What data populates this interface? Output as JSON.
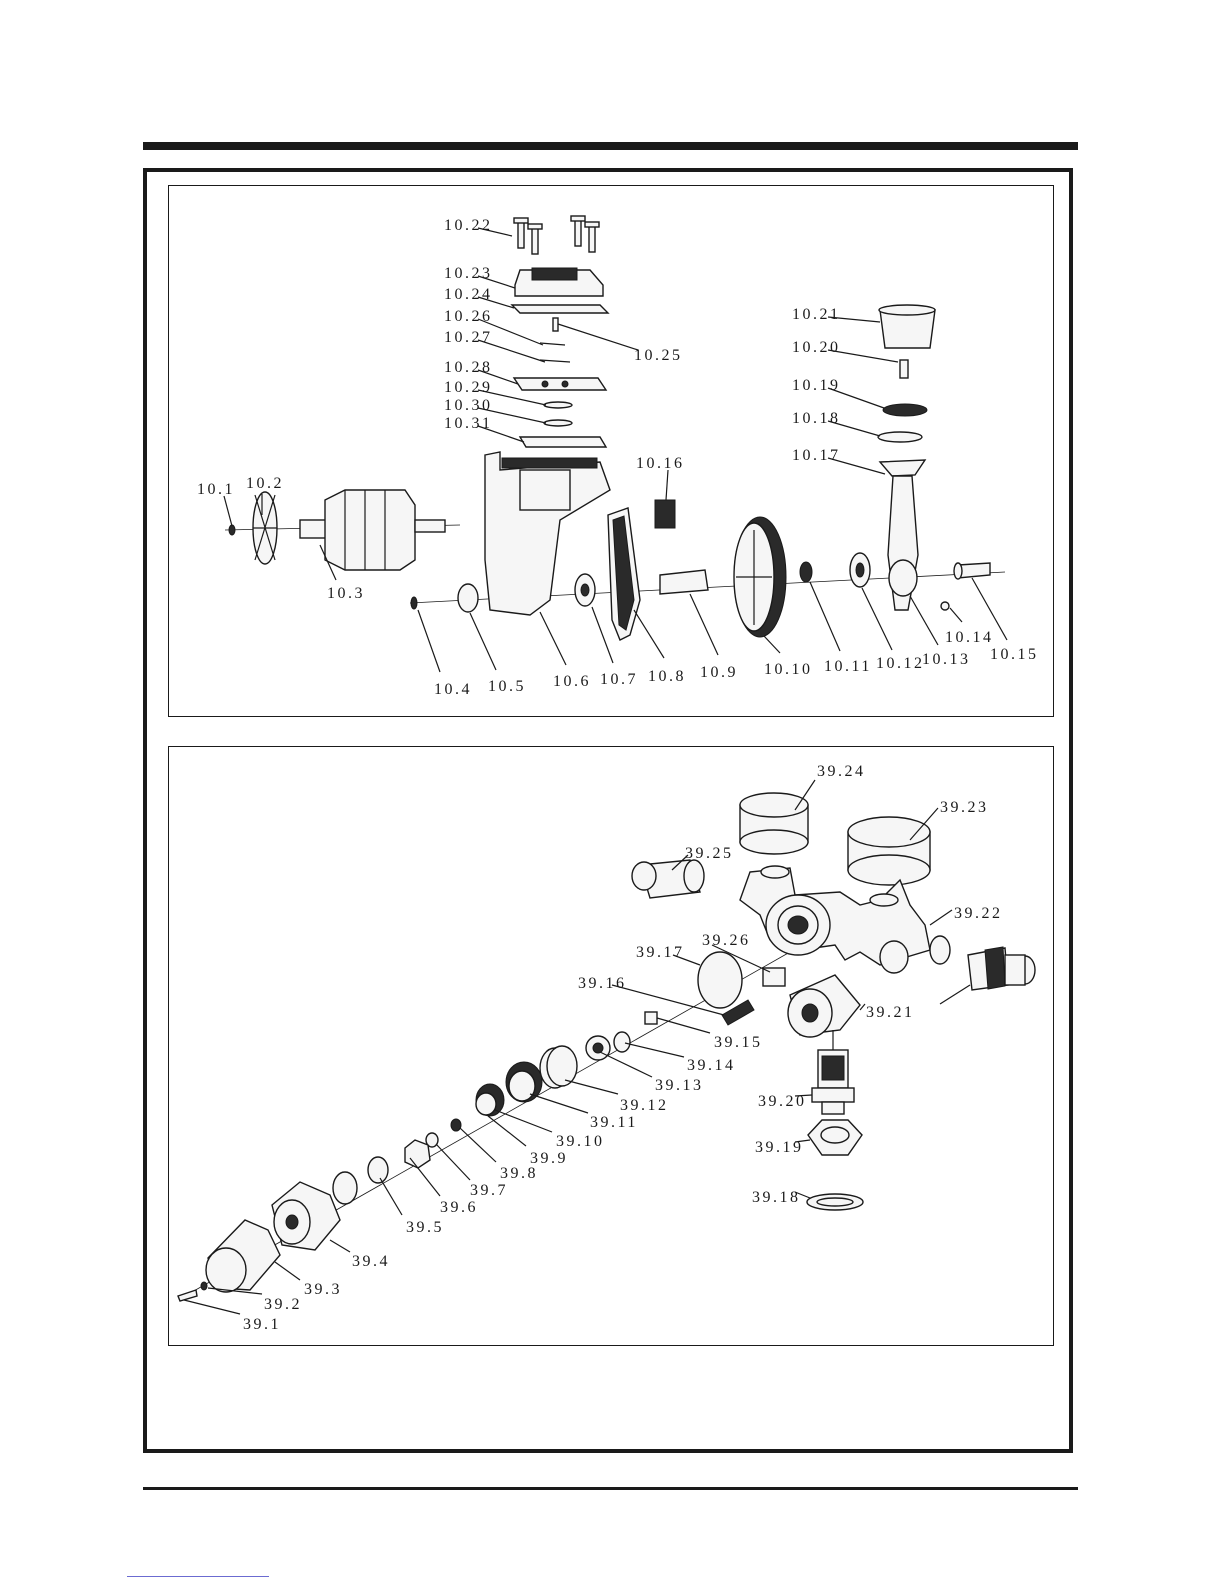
{
  "diagram_top": {
    "labels": [
      "10.1",
      "10.2",
      "10.3",
      "10.4",
      "10.5",
      "10.6",
      "10.7",
      "10.8",
      "10.9",
      "10.10",
      "10.11",
      "10.12",
      "10.13",
      "10.14",
      "10.15",
      "10.16",
      "10.17",
      "10.18",
      "10.19",
      "10.20",
      "10.21",
      "10.22",
      "10.23",
      "10.24",
      "10.25",
      "10.26",
      "10.27",
      "10.28",
      "10.29",
      "10.30",
      "10.31"
    ]
  },
  "diagram_bottom": {
    "labels": [
      "39.1",
      "39.2",
      "39.3",
      "39.4",
      "39.5",
      "39.6",
      "39.7",
      "39.8",
      "39.9",
      "39.10",
      "39.11",
      "39.12",
      "39.13",
      "39.14",
      "39.15",
      "39.16",
      "39.17",
      "39.18",
      "39.19",
      "39.20",
      "39.21",
      "39.22",
      "39.23",
      "39.24",
      "39.25",
      "39.26"
    ]
  }
}
